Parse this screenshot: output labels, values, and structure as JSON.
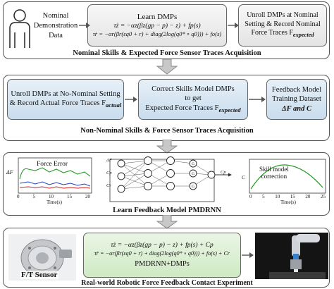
{
  "panel1": {
    "person_label_1": "Nominal",
    "person_label_2": "Demonstration",
    "person_label_3": "Data",
    "learn_title": "Learn DMPs",
    "eq1": "τż = −αz(βz(gp − p) − z) + fp(s)",
    "eq2": "τṙ = −αr(βr(εq0 + r) + diag(2log(q0* ∘ q0))) + fo(s)",
    "unroll_1": "Unroll DMPs at Nominal",
    "unroll_2": "Setting & Record Nominal",
    "unroll_3": "Force Traces F",
    "unroll_sub": "expected",
    "caption": "Nominal Skills & Expected Force Sensor Traces  Acquisition"
  },
  "panel2": {
    "box1_1": "Unroll DMPs at No-Nominal Setting",
    "box1_2": "& Record Actual Force Traces F",
    "box1_sub": "actual",
    "box2_1": "Correct Skills Model DMPs",
    "box2_2": "to get",
    "box2_3": "Expected Force Traces F",
    "box2_sub": "expected",
    "box3_1": "Feedback Model",
    "box3_2": "Training Dataset",
    "box3_3": "ΔF and C",
    "caption": "Non-Nominal Skills & Force Sensor Traces Acquisition"
  },
  "panel3": {
    "plot1_label": "Force Error",
    "plot1_ylabel": "ΔF",
    "plot1_xlabel": "Time(s)",
    "plot1_ticks": [
      "0",
      "5",
      "10",
      "15",
      "20"
    ],
    "plot2_label_1": "Skill model",
    "plot2_label_2": "correction",
    "plot2_ylabel": "C",
    "plot2_xlabel": "Time(s)",
    "plot2_ticks": [
      "0",
      "5",
      "10",
      "15",
      "20",
      "25"
    ],
    "in1": "ΔF",
    "in2": "Cp",
    "in3": "Cr",
    "mid1": "G",
    "mid2": "G",
    "mid3": "G",
    "out": "Cp",
    "caption": "Learn Feedback Model PMDRNN"
  },
  "panel4": {
    "sensor_label": "F/T Sensor",
    "eq1": "τż = −αz(βz(gp − p) − z) + fp(s) + Cp",
    "eq2": "τṙ = −αr(βr(εq0 + r) + diag(2log(q0* ∘ q0))) + fo(s) + Cr",
    "method": "PMDRNN+DMPs",
    "caption": "Real-world Robotic Force Feedback Contact Experiment"
  }
}
